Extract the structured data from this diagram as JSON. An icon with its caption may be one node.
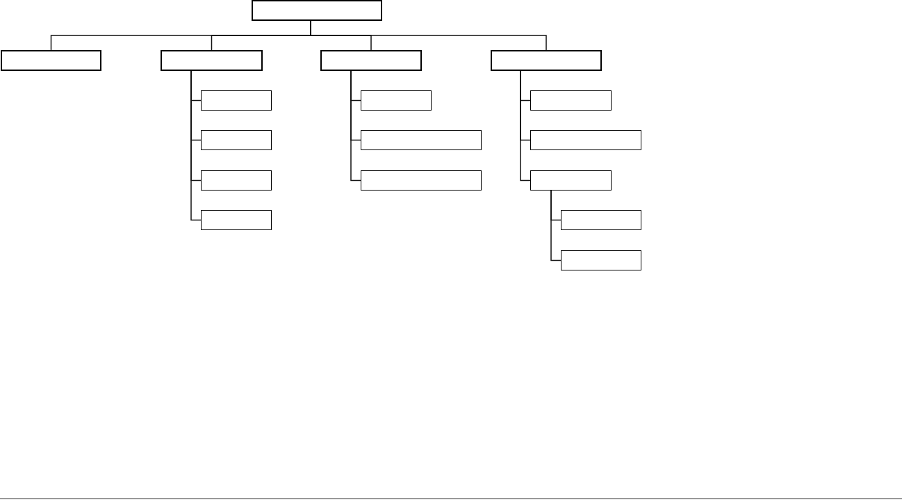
{
  "diagram": {
    "nodes": [
      {
        "text": [],
        "shape": "box"
      },
      {
        "text": [],
        "shape": "box"
      },
      {
        "text": [],
        "shape": "box"
      },
      {
        "text": [],
        "shape": "box"
      },
      {
        "text": [],
        "shape": "box"
      },
      {
        "text": [],
        "shape": "box"
      },
      {
        "text": [],
        "shape": "box"
      },
      {
        "text": [],
        "shape": "box"
      },
      {
        "text": [],
        "shape": "box"
      },
      {
        "text": [],
        "shape": "box"
      },
      {
        "text": [],
        "shape": "box"
      },
      {
        "text": [],
        "shape": "box"
      },
      {
        "text": [],
        "shape": "box"
      },
      {
        "text": [],
        "shape": "box"
      },
      {
        "text": [],
        "shape": "box"
      },
      {
        "text": [],
        "shape": "box"
      },
      {
        "text": [],
        "shape": "box"
      }
    ],
    "edges": [
      {
        "from": 0,
        "to": 1,
        "arrow": "none"
      },
      {
        "from": 0,
        "to": 2,
        "arrow": "none"
      },
      {
        "from": 0,
        "to": 3,
        "arrow": "none"
      },
      {
        "from": 0,
        "to": 4,
        "arrow": "none"
      },
      {
        "from": 2,
        "to": 5,
        "arrow": "none"
      },
      {
        "from": 2,
        "to": 6,
        "arrow": "none"
      },
      {
        "from": 2,
        "to": 7,
        "arrow": "none"
      },
      {
        "from": 2,
        "to": 8,
        "arrow": "none"
      },
      {
        "from": 3,
        "to": 9,
        "arrow": "none"
      },
      {
        "from": 3,
        "to": 10,
        "arrow": "none"
      },
      {
        "from": 3,
        "to": 11,
        "arrow": "none"
      },
      {
        "from": 4,
        "to": 12,
        "arrow": "none"
      },
      {
        "from": 4,
        "to": 13,
        "arrow": "none"
      },
      {
        "from": 4,
        "to": 14,
        "arrow": "none"
      },
      {
        "from": 14,
        "to": 15,
        "arrow": "none"
      },
      {
        "from": 14,
        "to": 16,
        "arrow": "none"
      }
    ]
  }
}
